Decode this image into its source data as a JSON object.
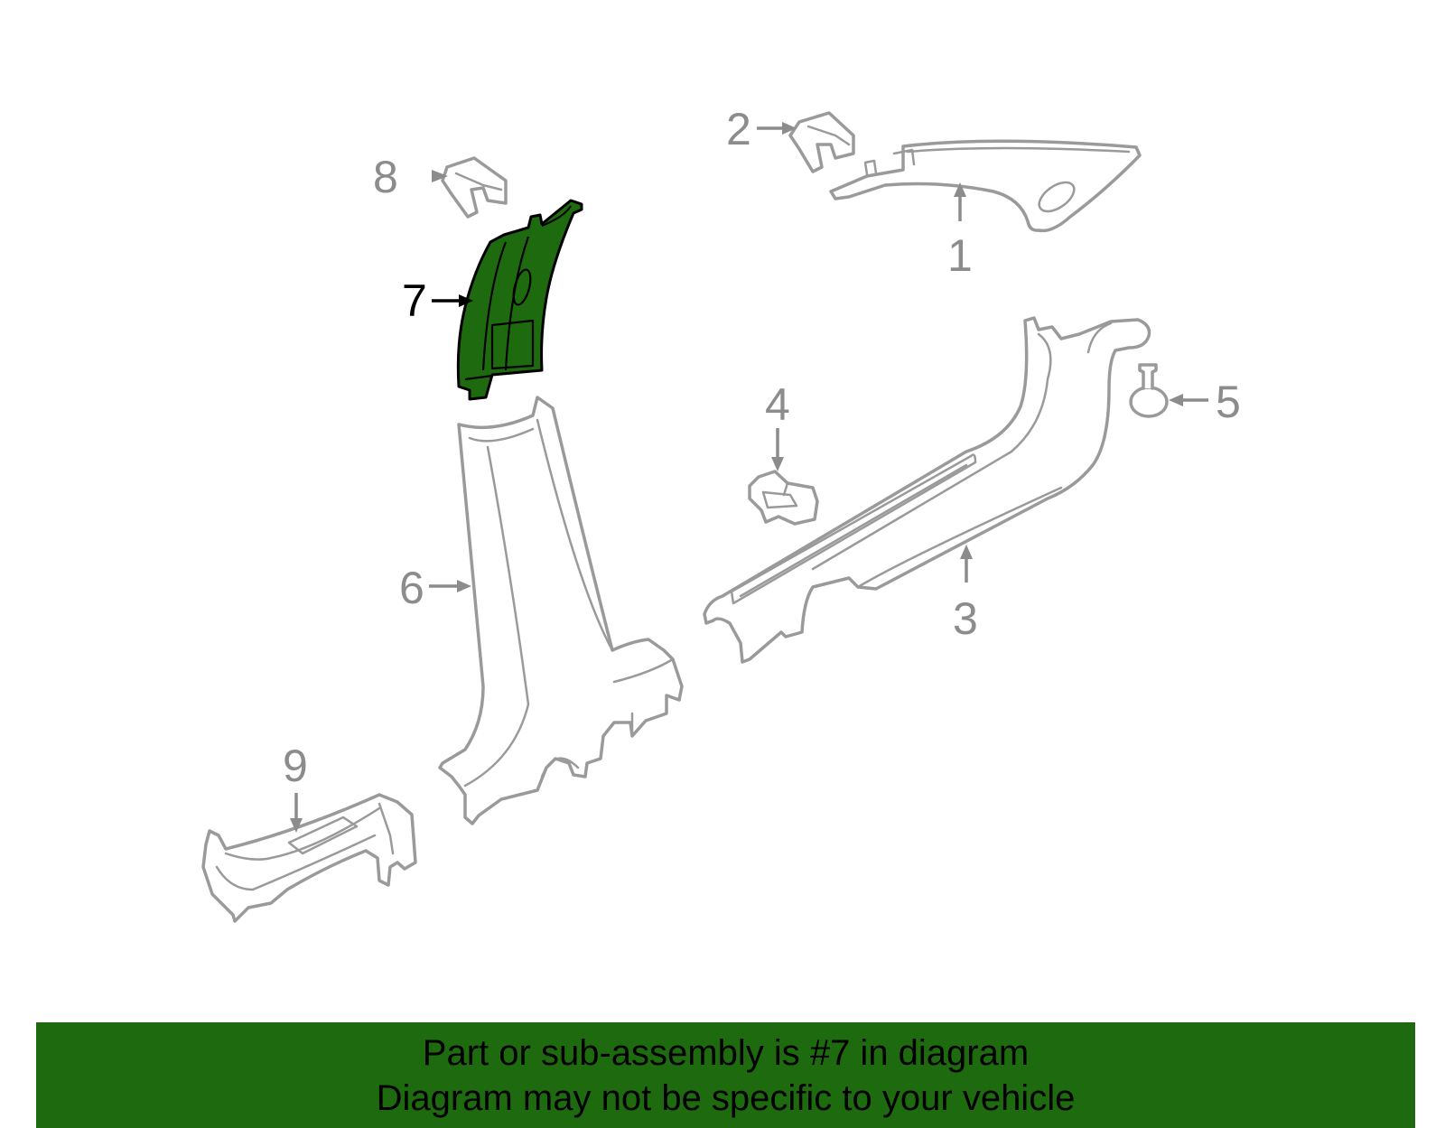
{
  "callouts": {
    "c1": "1",
    "c2": "2",
    "c3": "3",
    "c4": "4",
    "c5": "5",
    "c6": "6",
    "c7": "7",
    "c8": "8",
    "c9": "9"
  },
  "highlighted_part": "7",
  "colors": {
    "highlight": "#1e6b0f",
    "outline": "#9a9a9a",
    "label": "#8c8c8c"
  },
  "banner": {
    "line1": "Part or sub-assembly is #7 in diagram",
    "line2": "Diagram may not be specific to your vehicle"
  }
}
